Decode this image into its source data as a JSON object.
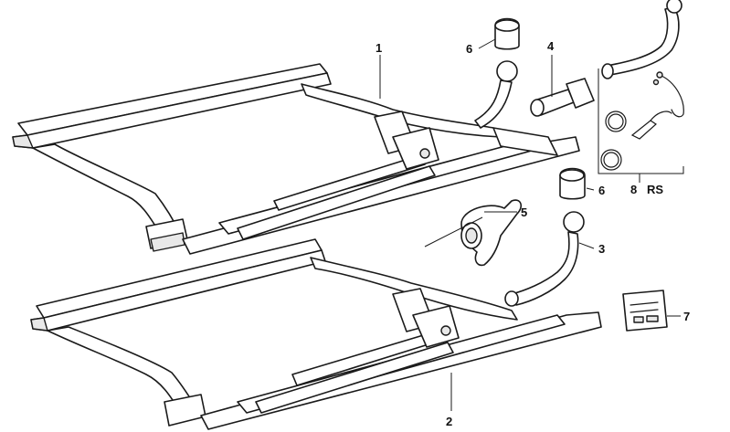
{
  "callouts": {
    "c1": "1",
    "c2": "2",
    "c3": "3",
    "c4": "4",
    "c5": "5",
    "c6a": "6",
    "c6b": "6",
    "c7": "7",
    "c8": "8",
    "c8_suffix": "RS"
  }
}
